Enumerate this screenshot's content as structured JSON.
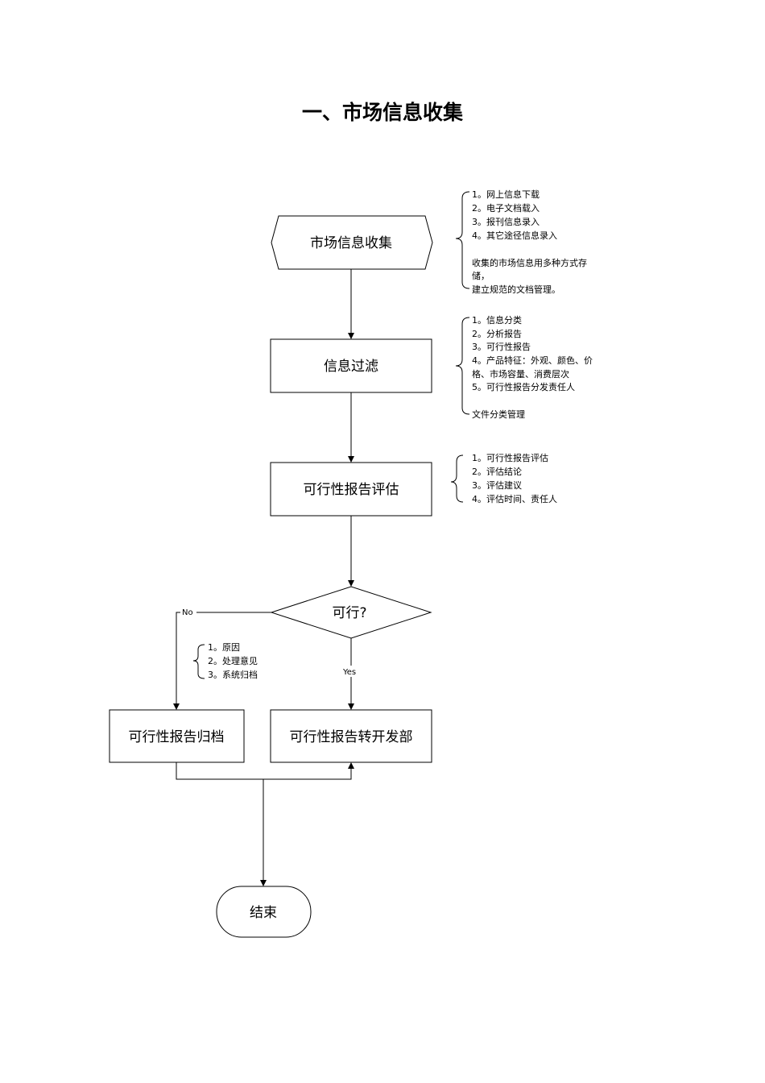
{
  "title": "一、市场信息收集",
  "nodes": {
    "collect": "市场信息收集",
    "filter": "信息过滤",
    "evaluate": "可行性报告评估",
    "decision": "可行?",
    "archive": "可行性报告归档",
    "transfer": "可行性报告转开发部",
    "end": "结束"
  },
  "edges": {
    "no": "No",
    "yes": "Yes"
  },
  "notes": {
    "collect": [
      "1。网上信息下载",
      "2。电子文档载入",
      "3。报刊信息录入",
      "4。其它途径信息录入",
      "",
      "收集的市场信息用多种方式存",
      "储，",
      "建立规范的文档管理。"
    ],
    "filter": [
      "1。信息分类",
      "2。分析报告",
      "3。可行性报告",
      "4。产品特征：外观、颜色、价",
      "格、市场容量、消费层次",
      "5。可行性报告分发责任人",
      "",
      "文件分类管理"
    ],
    "evaluate": [
      "1。可行性报告评估",
      "2。评估结论",
      "3。评估建议",
      "4。评估时间、责任人"
    ],
    "archive": [
      "1。原因",
      "2。处理意见",
      "3。系统归档"
    ]
  }
}
